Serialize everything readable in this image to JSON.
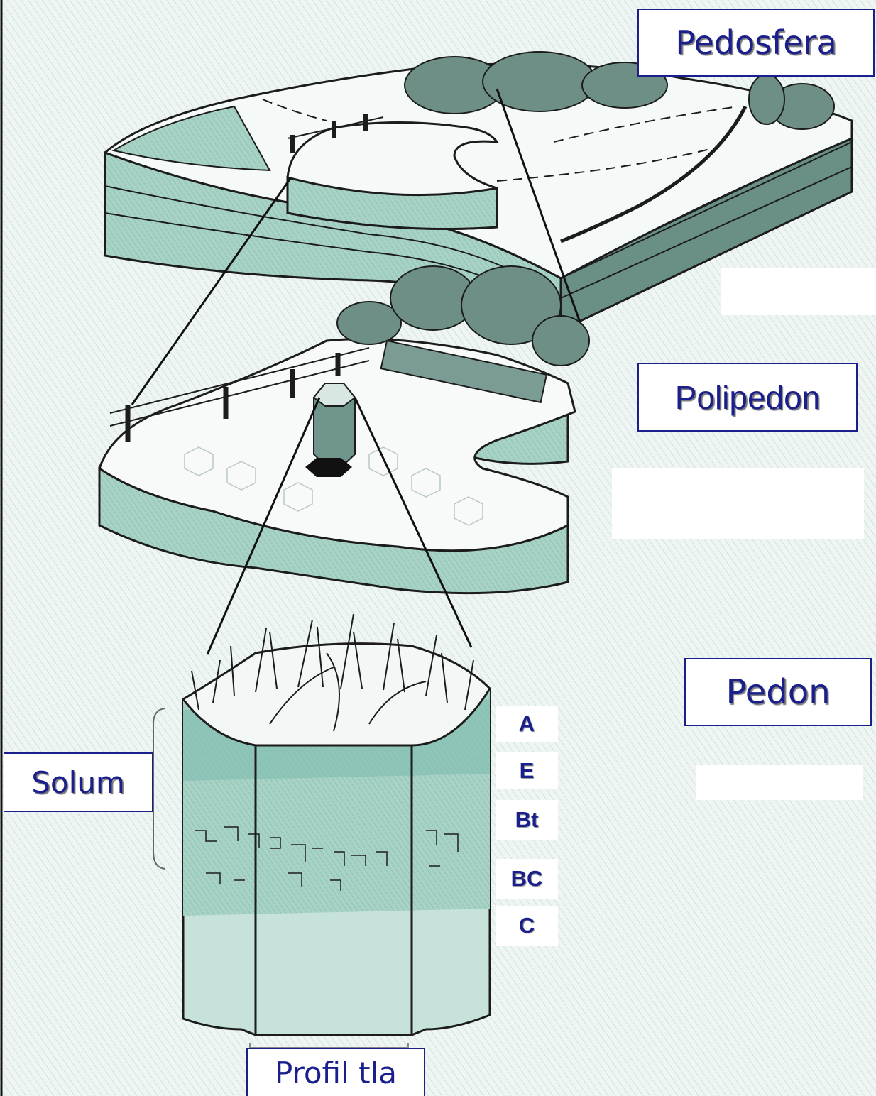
{
  "labels": {
    "pedosfera": "Pedosfera",
    "polipedon": "Polipedon",
    "pedon": "Pedon",
    "solum": "Solum",
    "profil": "Profil tla"
  },
  "horizons": [
    "A",
    "E",
    "Bt",
    "BC",
    "C"
  ],
  "colors": {
    "label_text": "#1a1f8c",
    "label_border": "#1a1f8c",
    "soil_teal": "#a9d2c6",
    "soil_teal_dark": "#7dbcae",
    "outline": "#1c1c1c",
    "background": "#ffffff"
  }
}
